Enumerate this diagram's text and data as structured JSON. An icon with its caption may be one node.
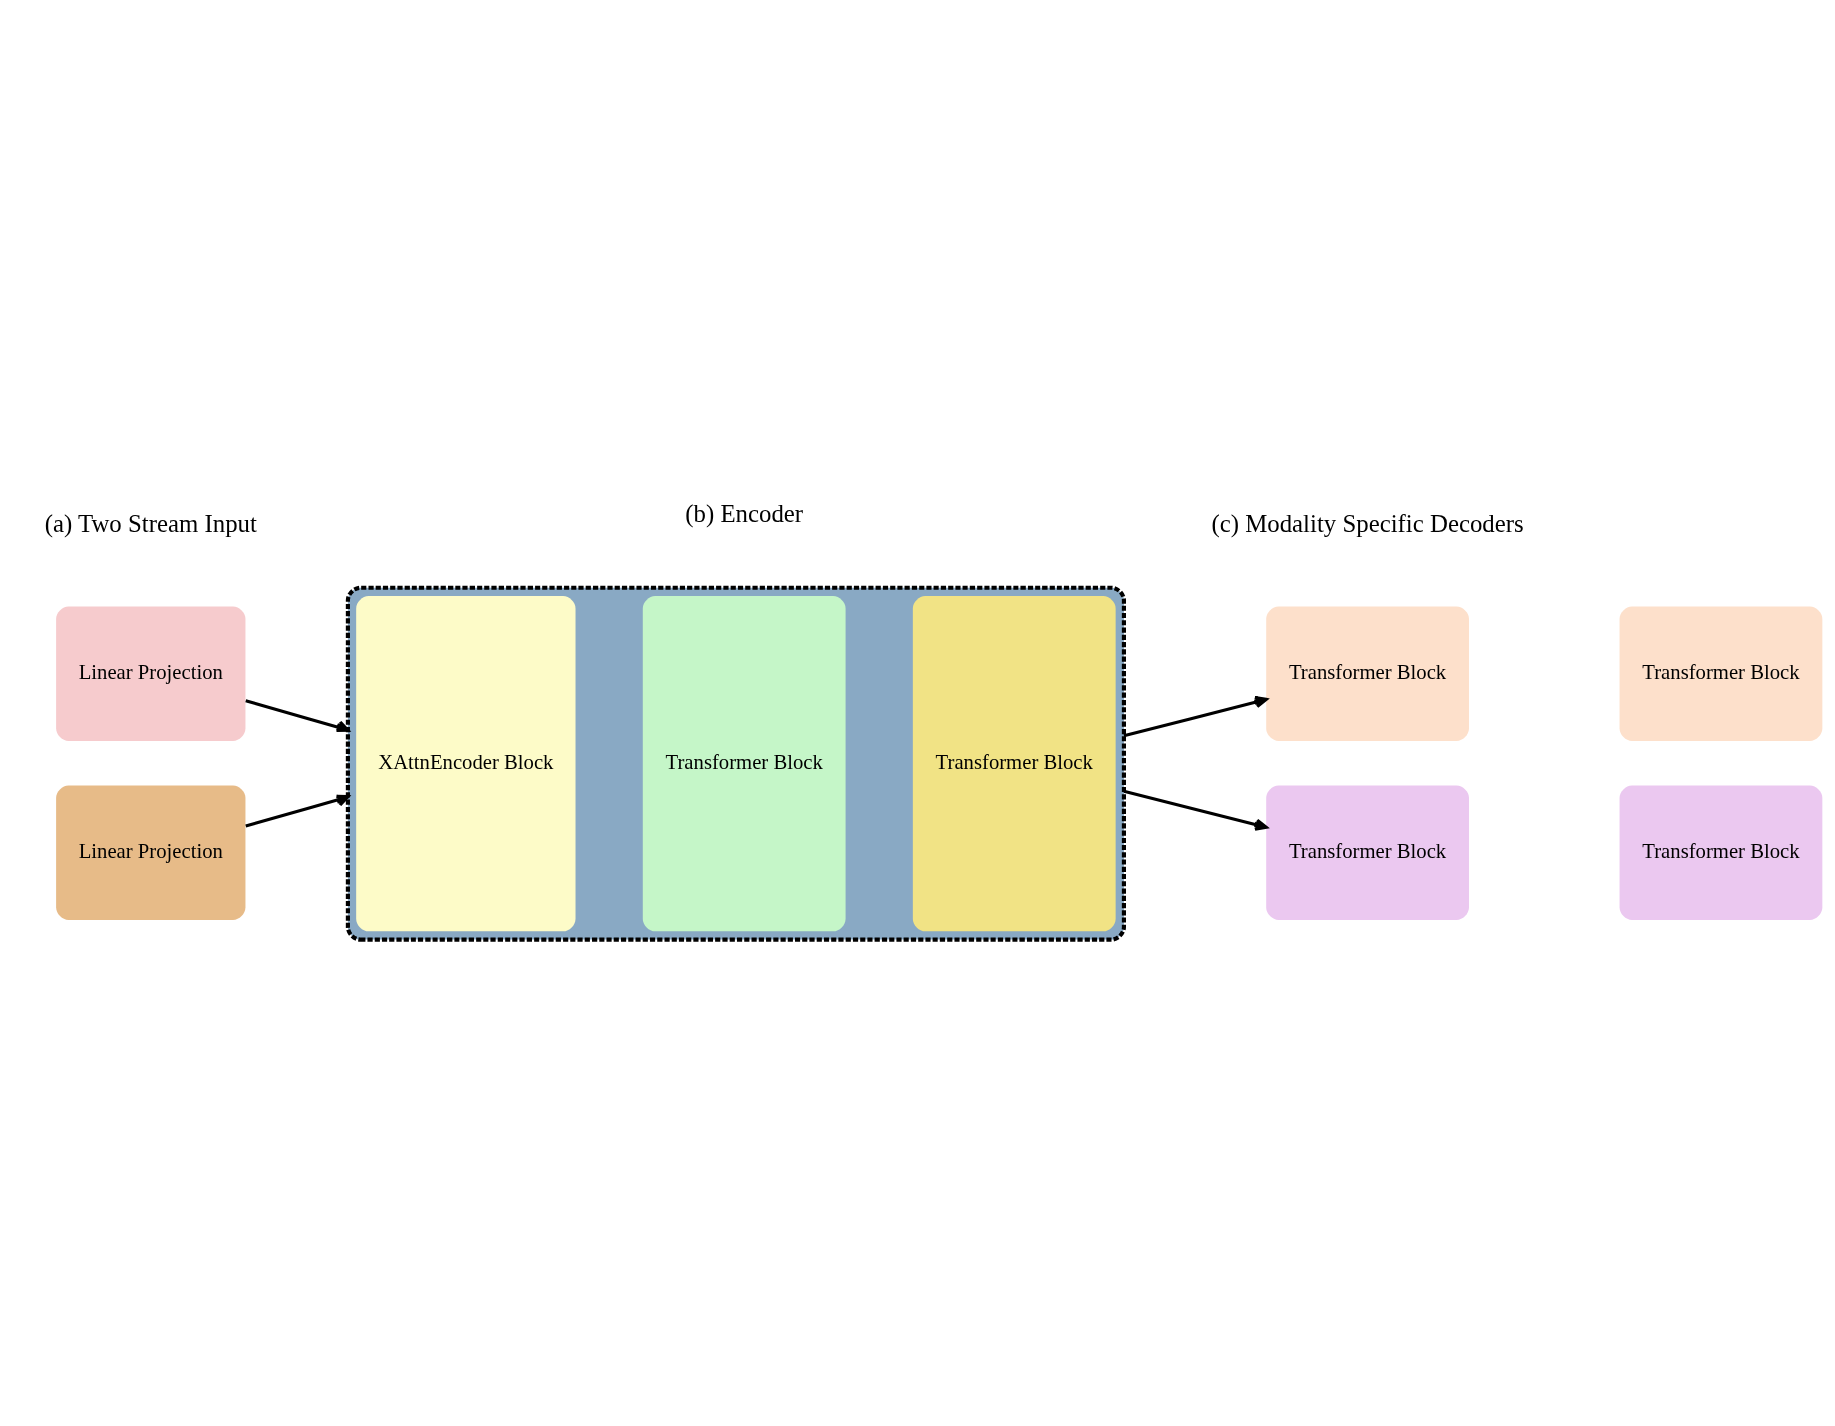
{
  "diagram": {
    "nodes": [
      {
        "text": [
          "Linear Projection"
        ]
      },
      {
        "text": [
          "Linear Projection"
        ]
      },
      {
        "text": [],
        "shape": "box"
      },
      {
        "text": [
          "XAttnEncoder Block"
        ],
        "in": 2
      },
      {
        "text": [
          "Transformer Block"
        ],
        "in": 2
      },
      {
        "text": [
          "Transformer Block"
        ],
        "in": 2
      },
      {
        "text": [
          "Transformer Block"
        ]
      },
      {
        "text": [
          "Transformer Block"
        ]
      },
      {
        "text": [
          "Transformer Block"
        ]
      },
      {
        "text": [
          "Transformer Block"
        ]
      }
    ],
    "edges": [
      {
        "from": 0,
        "to": 2,
        "arrow": "to"
      },
      {
        "from": 1,
        "to": 2,
        "arrow": "to"
      },
      {
        "from": 2,
        "to": 6,
        "arrow": "to"
      },
      {
        "from": 2,
        "to": 8,
        "arrow": "to"
      }
    ],
    "labels": [
      "(a) Two Stream Input",
      "(b) Encoder",
      "(c) Modality Specific Decoders"
    ]
  }
}
